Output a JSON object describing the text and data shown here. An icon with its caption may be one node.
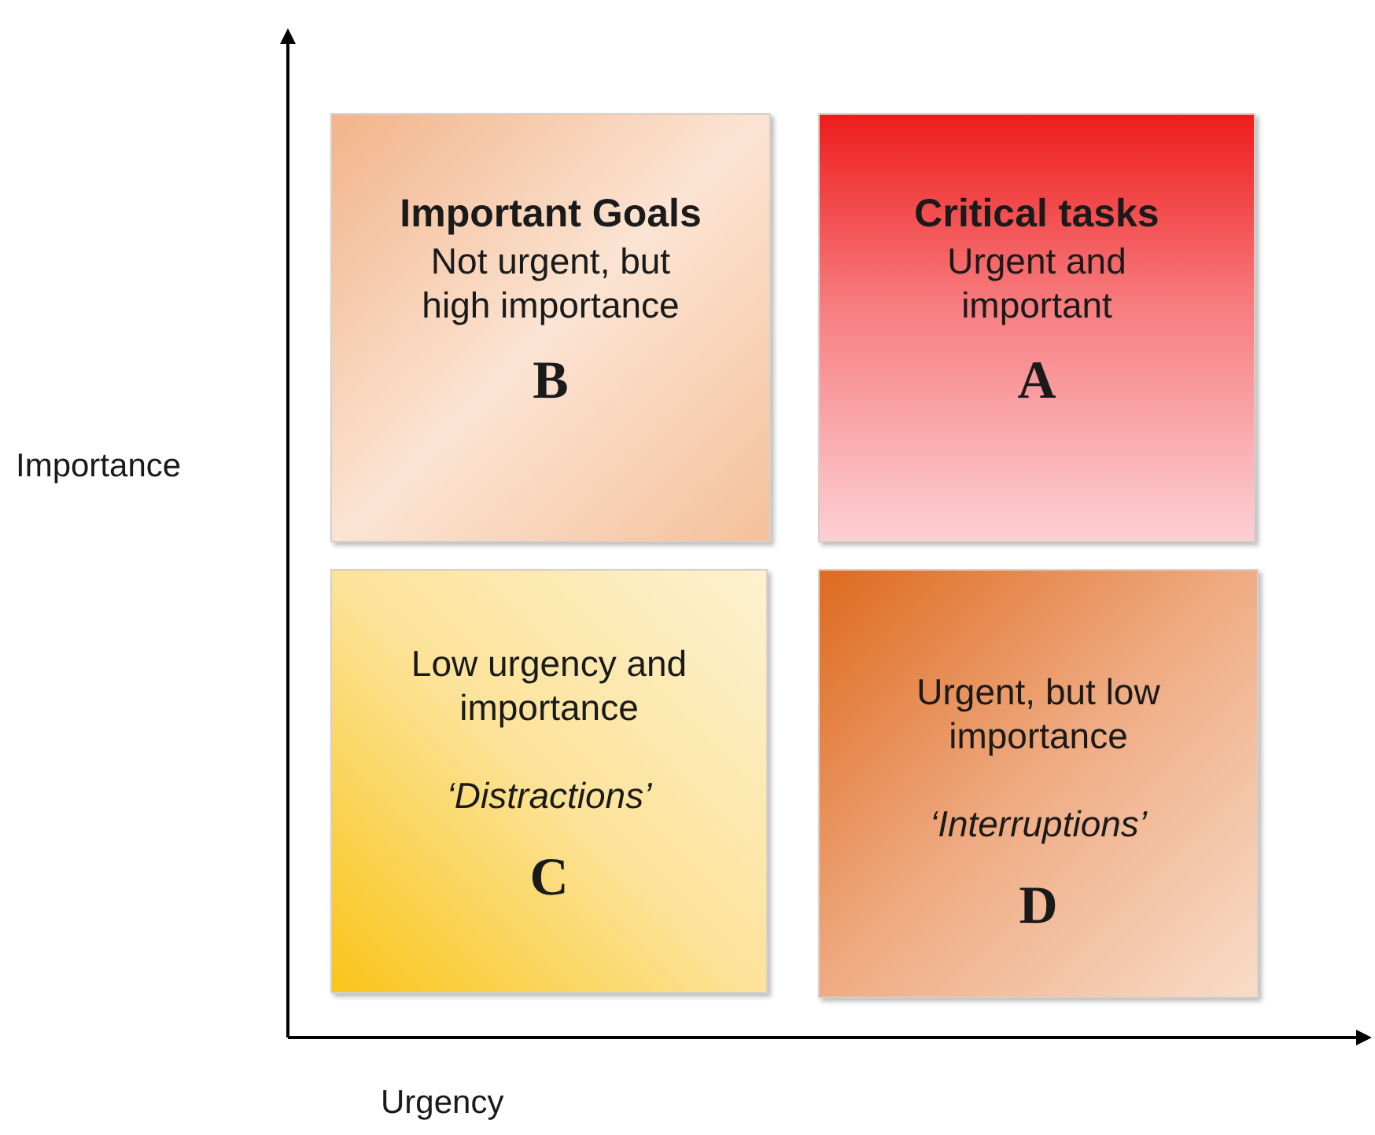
{
  "diagram": {
    "nodes": [
      {
        "text": [
          "Important Goals",
          "Not urgent, but high importance",
          "B"
        ]
      },
      {
        "text": [
          "Critical tasks",
          "Urgent and important",
          "A"
        ]
      },
      {
        "text": [
          "Low urgency and importance",
          "‘Distractions’",
          "C"
        ]
      },
      {
        "text": [
          "Urgent, but low importance",
          "‘Interruptions’",
          "D"
        ]
      }
    ],
    "edges": [],
    "labels": [
      "Importance",
      "Urgency"
    ]
  }
}
